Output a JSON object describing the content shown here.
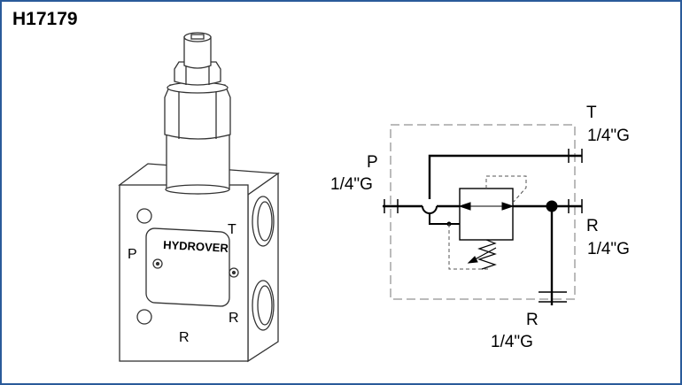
{
  "product_code": "H17179",
  "valve_drawing": {
    "brand": "HYDROVER",
    "port_labels": {
      "p": "P",
      "t": "T",
      "r_side": "R",
      "r_bottom": "R"
    }
  },
  "schematic": {
    "ports": [
      {
        "name": "T",
        "size": "1/4\"G"
      },
      {
        "name": "P",
        "size": "1/4\"G"
      },
      {
        "name": "R",
        "size": "1/4\"G"
      },
      {
        "name": "R",
        "size": "1/4\"G"
      }
    ]
  },
  "colors": {
    "frame": "#2a5a9a"
  }
}
